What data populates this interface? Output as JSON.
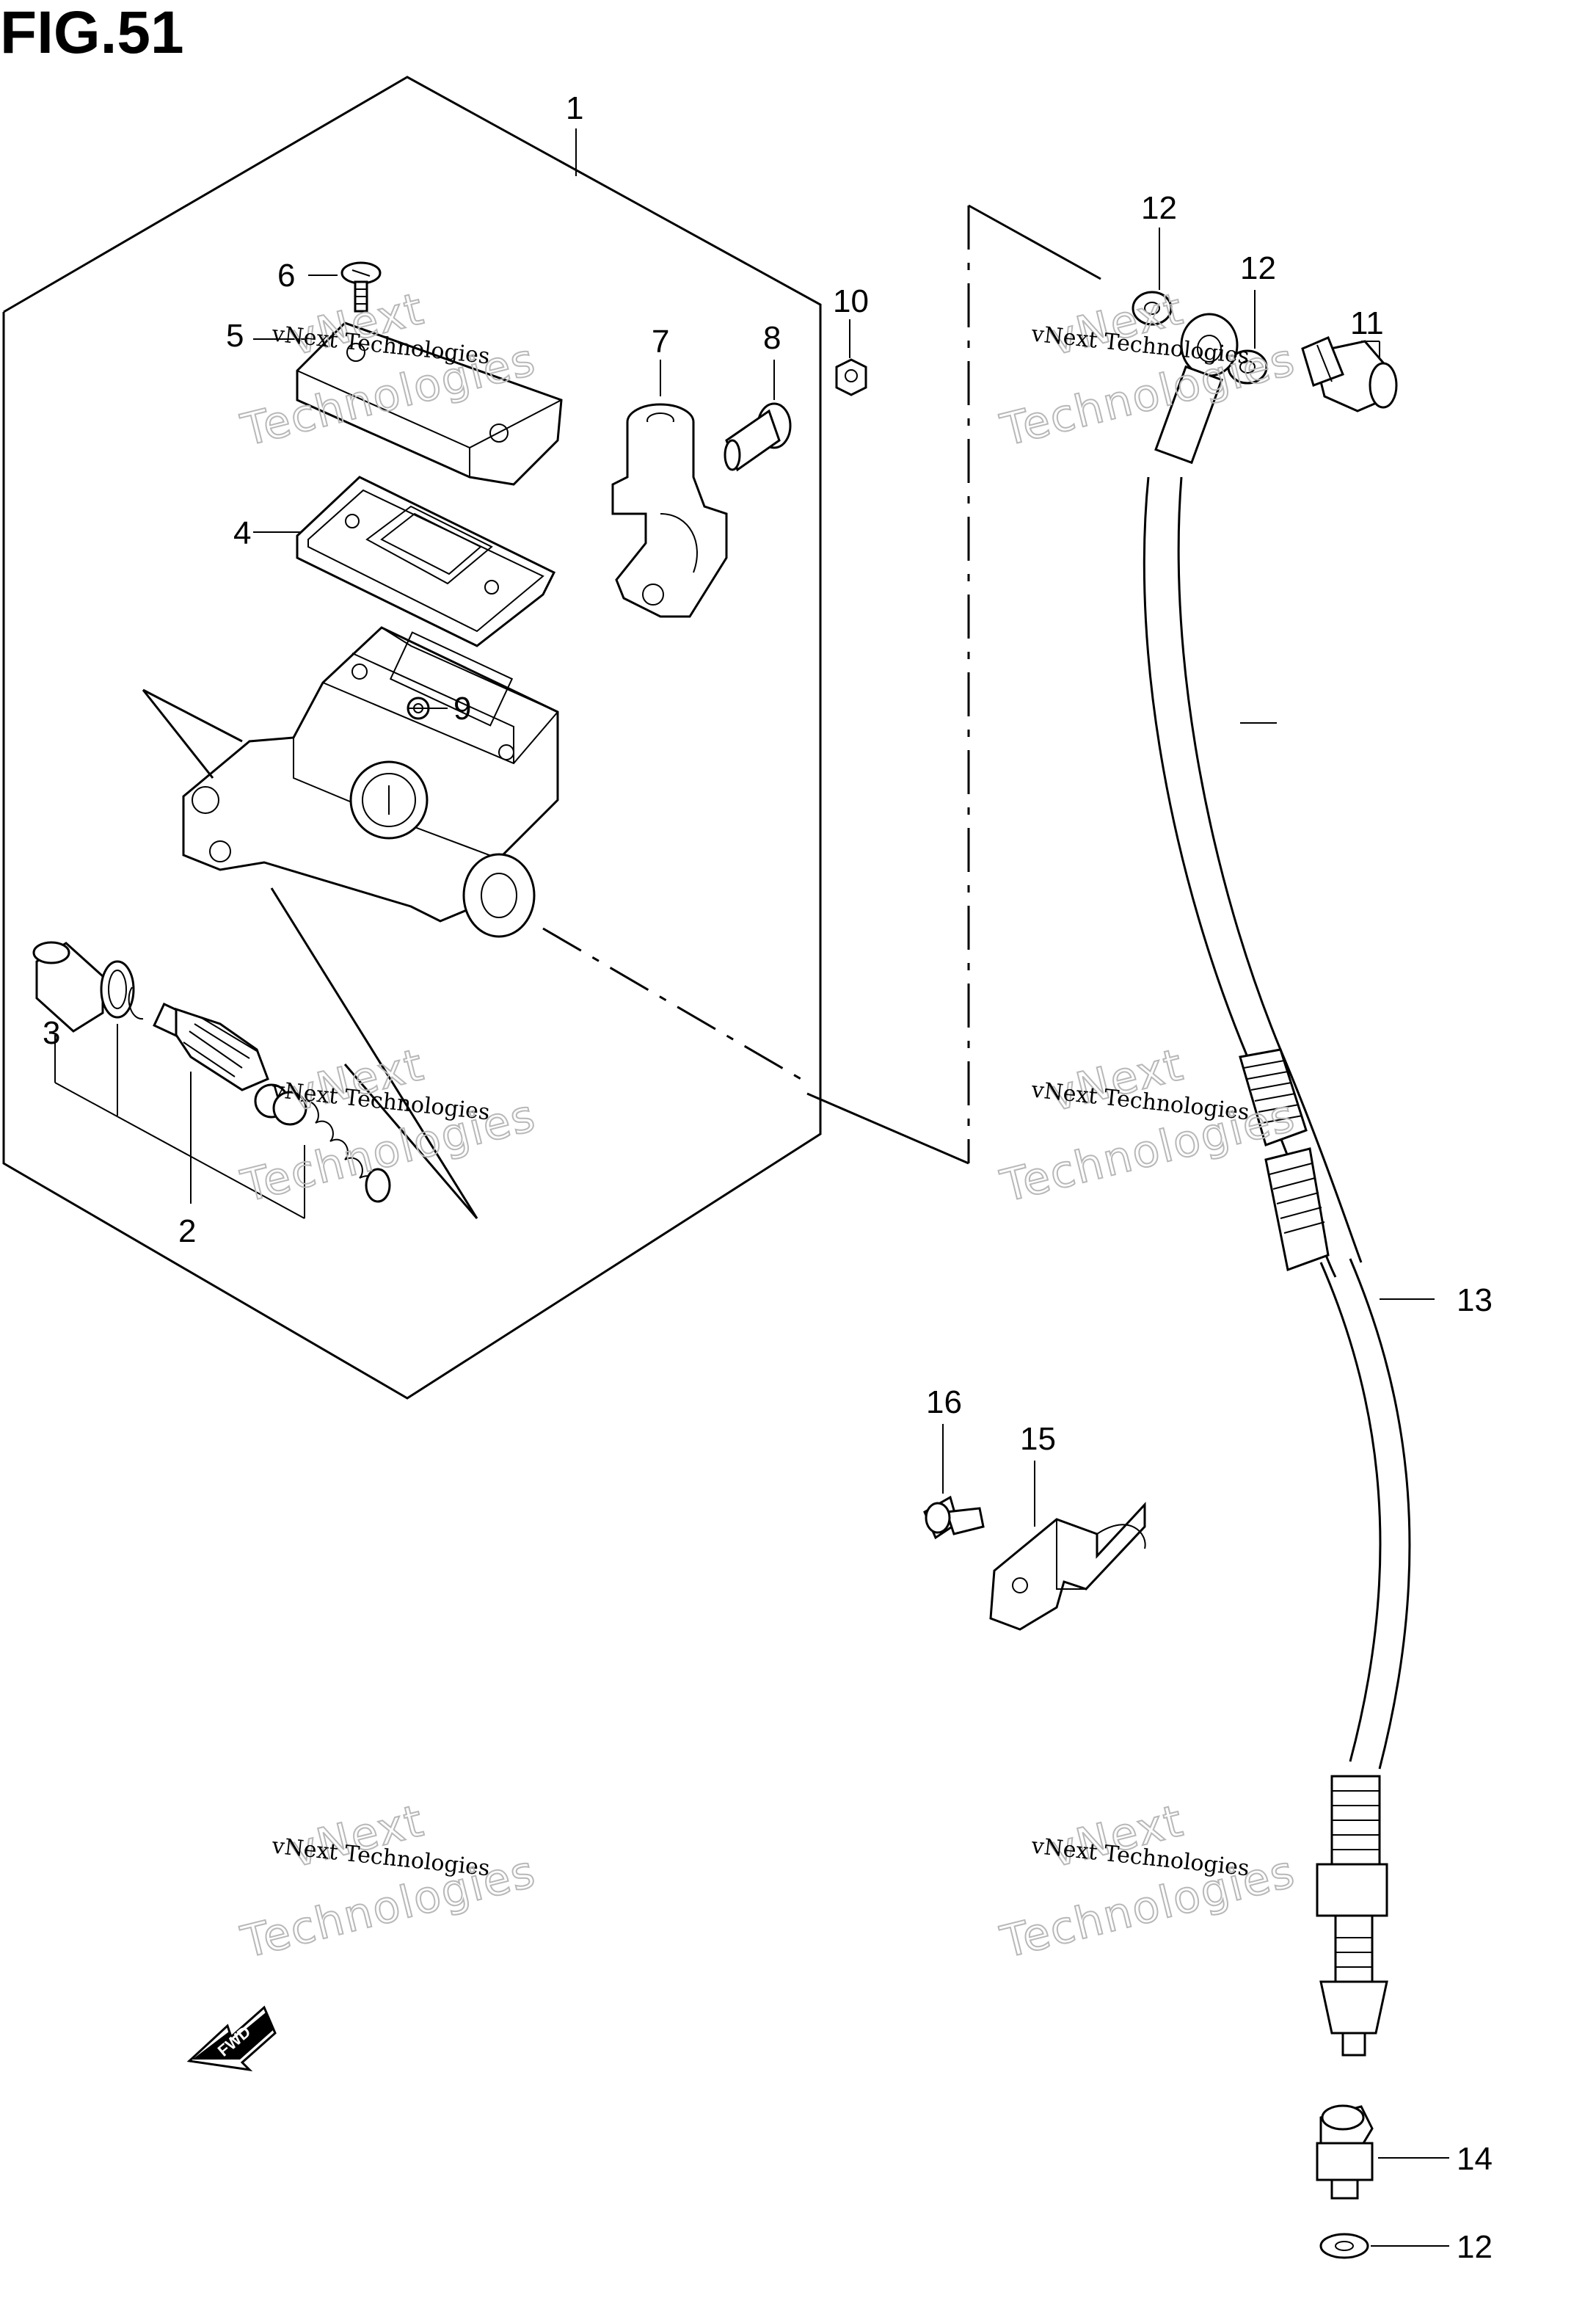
{
  "figure": {
    "title": "FIG.51"
  },
  "callouts": {
    "p1": "1",
    "p2": "2",
    "p3": "3",
    "p4": "4",
    "p5": "5",
    "p6": "6",
    "p7": "7",
    "p8": "8",
    "p9": "9",
    "p10": "10",
    "p11": "11",
    "p12a": "12",
    "p12b": "12",
    "p12c": "12",
    "p13": "13",
    "p14": "14",
    "p15": "15",
    "p16": "16"
  },
  "watermark": {
    "line1": "vNext Technologies",
    "line2": "vNext",
    "line3": "Technologies"
  },
  "fwd_label": "FWD"
}
